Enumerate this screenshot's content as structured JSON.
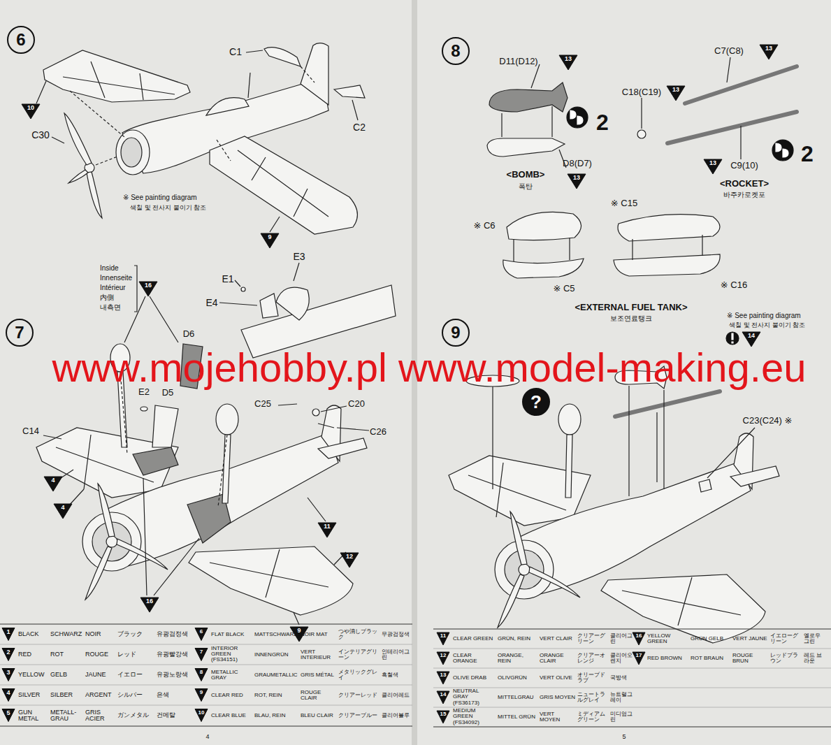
{
  "diagram": {
    "nodes": [
      {
        "text": [
          "6"
        ]
      },
      {
        "text": [
          "7"
        ]
      },
      {
        "text": [
          "8"
        ]
      },
      {
        "text": [
          "9"
        ]
      },
      {
        "text": [
          "?"
        ]
      }
    ],
    "labels": [
      "C1",
      "C2",
      "C30",
      "10",
      "9",
      "※ See painting diagram",
      "색칠 및 전사지 붙이기 참조",
      "Inside",
      "Innenseite",
      "Intérieur",
      "内側",
      "내측면",
      "16",
      "E3",
      "E1",
      "E4",
      "E2",
      "D5",
      "D6",
      "C25",
      "C20",
      "C26",
      "C14",
      "4",
      "4",
      "16",
      "11",
      "12",
      "9",
      "D11(D12)",
      "13",
      "C7(C8)",
      "13",
      "C18(C19)",
      "13",
      "2",
      "2",
      "D8(D7)",
      "13",
      "<BOMB>",
      "폭탄",
      "13",
      "C9(10)",
      "<ROCKET>",
      "바주카로켓포",
      "※ C6",
      "※ C15",
      "※ C5",
      "※ C16",
      "<EXTERNAL FUEL TANK>",
      "보조연료탱크",
      "※ See painting diagram",
      "색칠 및 전사지 붙이기 참조",
      "14",
      "C23(C24) ※",
      "www.mojehobby.pl www.model-making.eu",
      "4",
      "5",
      "1",
      "BLACK",
      "SCHWARZ",
      "NOIR",
      "ブラック",
      "유광검정색",
      "2",
      "RED",
      "ROT",
      "ROUGE",
      "レッド",
      "유광빨강색",
      "3",
      "YELLOW",
      "GELB",
      "JAUNE",
      "イエロー",
      "유광노랑색",
      "4",
      "SILVER",
      "SILBER",
      "ARGENT",
      "シルバー",
      "은색",
      "5",
      "GUN METAL",
      "METALL-GRAU",
      "GRIS ACIER",
      "ガンメタル",
      "건메탈",
      "6",
      "FLAT BLACK",
      "MATTSCHWARZ",
      "NOIR MAT",
      "つや消しブラック",
      "무광검정색",
      "7",
      "INTERIOR GREEN (FS34151)",
      "INNENGRÜN",
      "VERT INTERIEUR",
      "インテリアグリーン",
      "인테리어그린",
      "8",
      "METALLIC GRAY",
      "GRAUMETALLIC",
      "GRIS MÉTAL",
      "メタリックグレイ",
      "흑철색",
      "9",
      "CLEAR RED",
      "ROT, REIN",
      "ROUGE CLAIR",
      "クリアーレッド",
      "클리어레드",
      "10",
      "CLEAR BLUE",
      "BLAU, REIN",
      "BLEU CLAIR",
      "クリアーブルー",
      "클리어블루",
      "11",
      "CLEAR GREEN",
      "GRÜN, REIN",
      "VERT CLAIR",
      "クリアーグリーン",
      "클리어그린",
      "12",
      "CLEAR ORANGE",
      "ORANGE, REIN",
      "ORANGE CLAIR",
      "クリアーオレンジ",
      "클리어오렌지",
      "13",
      "OLIVE DRAB",
      "OLIVGRÜN",
      "VERT OLIVE",
      "オリーブドラブ",
      "국방색",
      "14",
      "NEUTRAL GRAY (FS36173)",
      "MITTELGRAU",
      "GRIS MOYEN",
      "ニュートラルグレイ",
      "뉴트럴그레이",
      "15",
      "MEDIUM GREEN (FS34092)",
      "MITTEL GRÜN",
      "VERT MOYEN",
      "ミディアムグリーン",
      "미디엄그린",
      "16",
      "YELLOW GREEN",
      "GRÜN GELB",
      "VERT JAUNE",
      "イエローグリーン",
      "옐로우 그린",
      "17",
      "RED BROWN",
      "ROT BRAUN",
      "ROUGE BRUN",
      "レッドブラウン",
      "레드 브라운"
    ]
  }
}
